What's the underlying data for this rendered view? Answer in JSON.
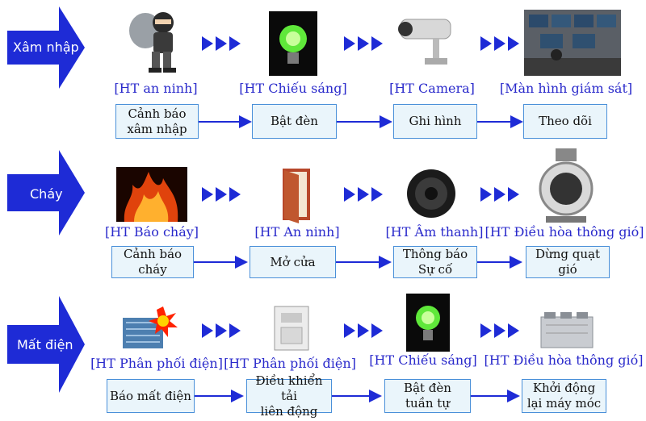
{
  "colors": {
    "arrow_fill": "#1e2bd6",
    "label_text": "#2a2acb",
    "box_fill": "#eaf5fb",
    "box_border": "#4a90d9",
    "connector": "#1e2bd6"
  },
  "rows": [
    {
      "event": "Xâm nhập",
      "systems": [
        {
          "label": "[HT an ninh]",
          "icon": "thief-icon"
        },
        {
          "label": "[HT Chiếu sáng]",
          "icon": "light-bulb-icon"
        },
        {
          "label": "[HT Camera]",
          "icon": "security-camera-icon"
        },
        {
          "label": "[Màn hình giám sát]",
          "icon": "monitoring-room-icon"
        }
      ],
      "actions": [
        "Cảnh báo\nxâm nhập",
        "Bật đèn",
        "Ghi hình",
        "Theo dõi"
      ]
    },
    {
      "event": "Cháy",
      "systems": [
        {
          "label": "[HT Báo cháy]",
          "icon": "fire-icon"
        },
        {
          "label": "[HT An ninh]",
          "icon": "open-door-icon"
        },
        {
          "label": "[HT Âm thanh]",
          "icon": "speaker-icon"
        },
        {
          "label": "[HT Điều hòa thông gió]",
          "icon": "ventilation-fan-icon"
        }
      ],
      "actions": [
        "Cảnh báo cháy",
        "Mở cửa",
        "Thông báo\nSự cố",
        "Dừng quạt gió"
      ]
    },
    {
      "event": "Mất điện",
      "systems": [
        {
          "label": "[HT Phân phối điện]",
          "icon": "power-unit-icon"
        },
        {
          "label": "[HT Phân phối điện]",
          "icon": "electrical-panel-icon"
        },
        {
          "label": "[HT Chiếu sáng]",
          "icon": "light-bulb-icon"
        },
        {
          "label": "[HT Điều hòa thông gió]",
          "icon": "hvac-unit-icon"
        }
      ],
      "actions": [
        "Báo mất điện",
        "Điều khiển tải\nliên động",
        "Bật đèn\ntuần tự",
        "Khởi động\nlại máy móc"
      ]
    }
  ]
}
